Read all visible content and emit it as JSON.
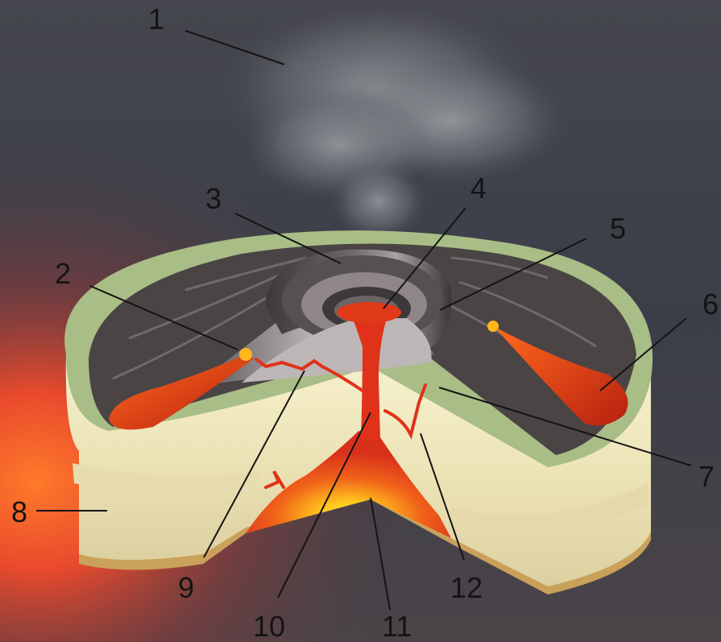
{
  "labels": {
    "l1": "1",
    "l2": "2",
    "l3": "3",
    "l4": "4",
    "l5": "5",
    "l6": "6",
    "l7": "7",
    "l8": "8",
    "l9": "9",
    "l10": "10",
    "l11": "11",
    "l12": "12"
  },
  "colors": {
    "sky": "#3f414a",
    "ash_cloud": "#8d8f95",
    "fire_glow": "#e8412a",
    "grass_top": "#a9bd86",
    "cone_dark": "#3f3a3b",
    "cone_light": "#9c9597",
    "magma": "#e0321a",
    "magma_core": "#ffd21f",
    "soil_light": "#f1ebc4",
    "soil_mid": "#e2d7a8",
    "bedrock": "#c69e55"
  }
}
